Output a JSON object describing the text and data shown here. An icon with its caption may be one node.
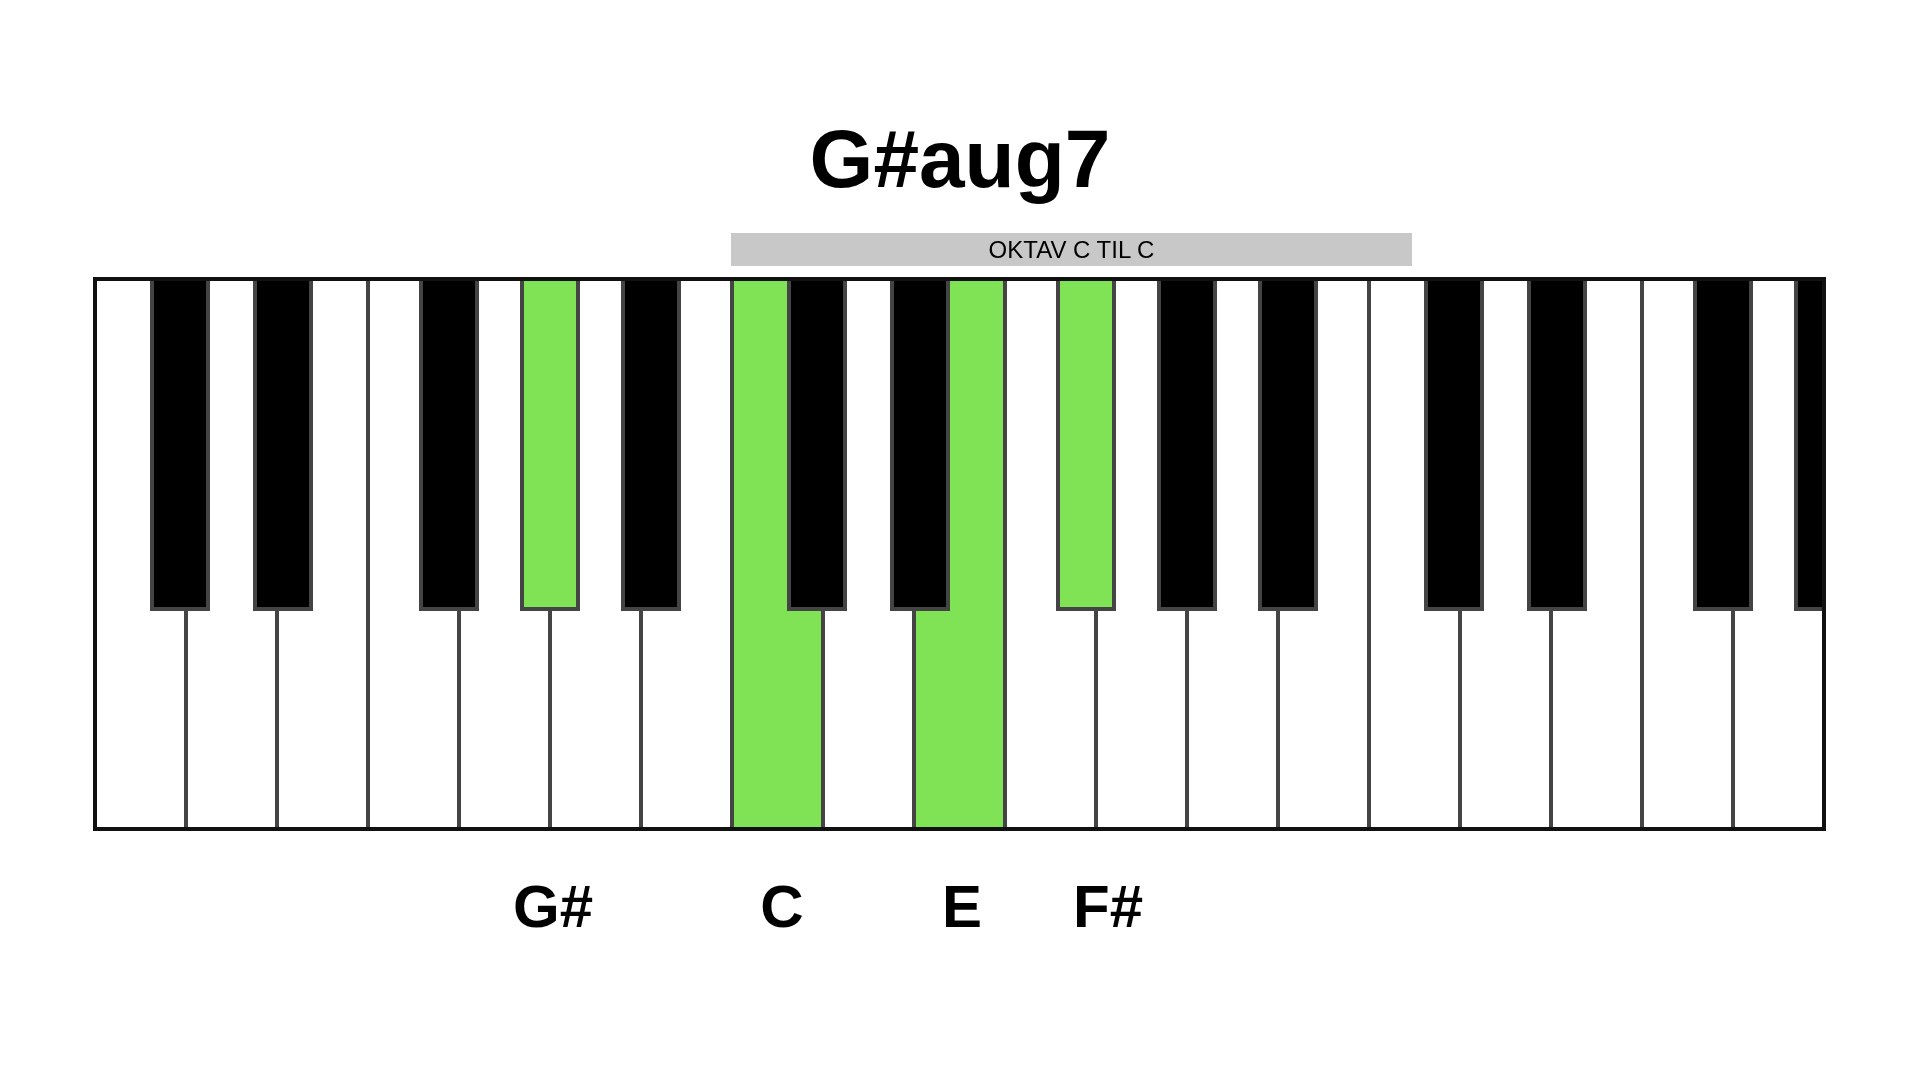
{
  "diagram": {
    "title": "G#aug7",
    "labels": [
      "OKTAV C TIL C",
      "G#",
      "C",
      "E",
      "F#"
    ]
  }
}
